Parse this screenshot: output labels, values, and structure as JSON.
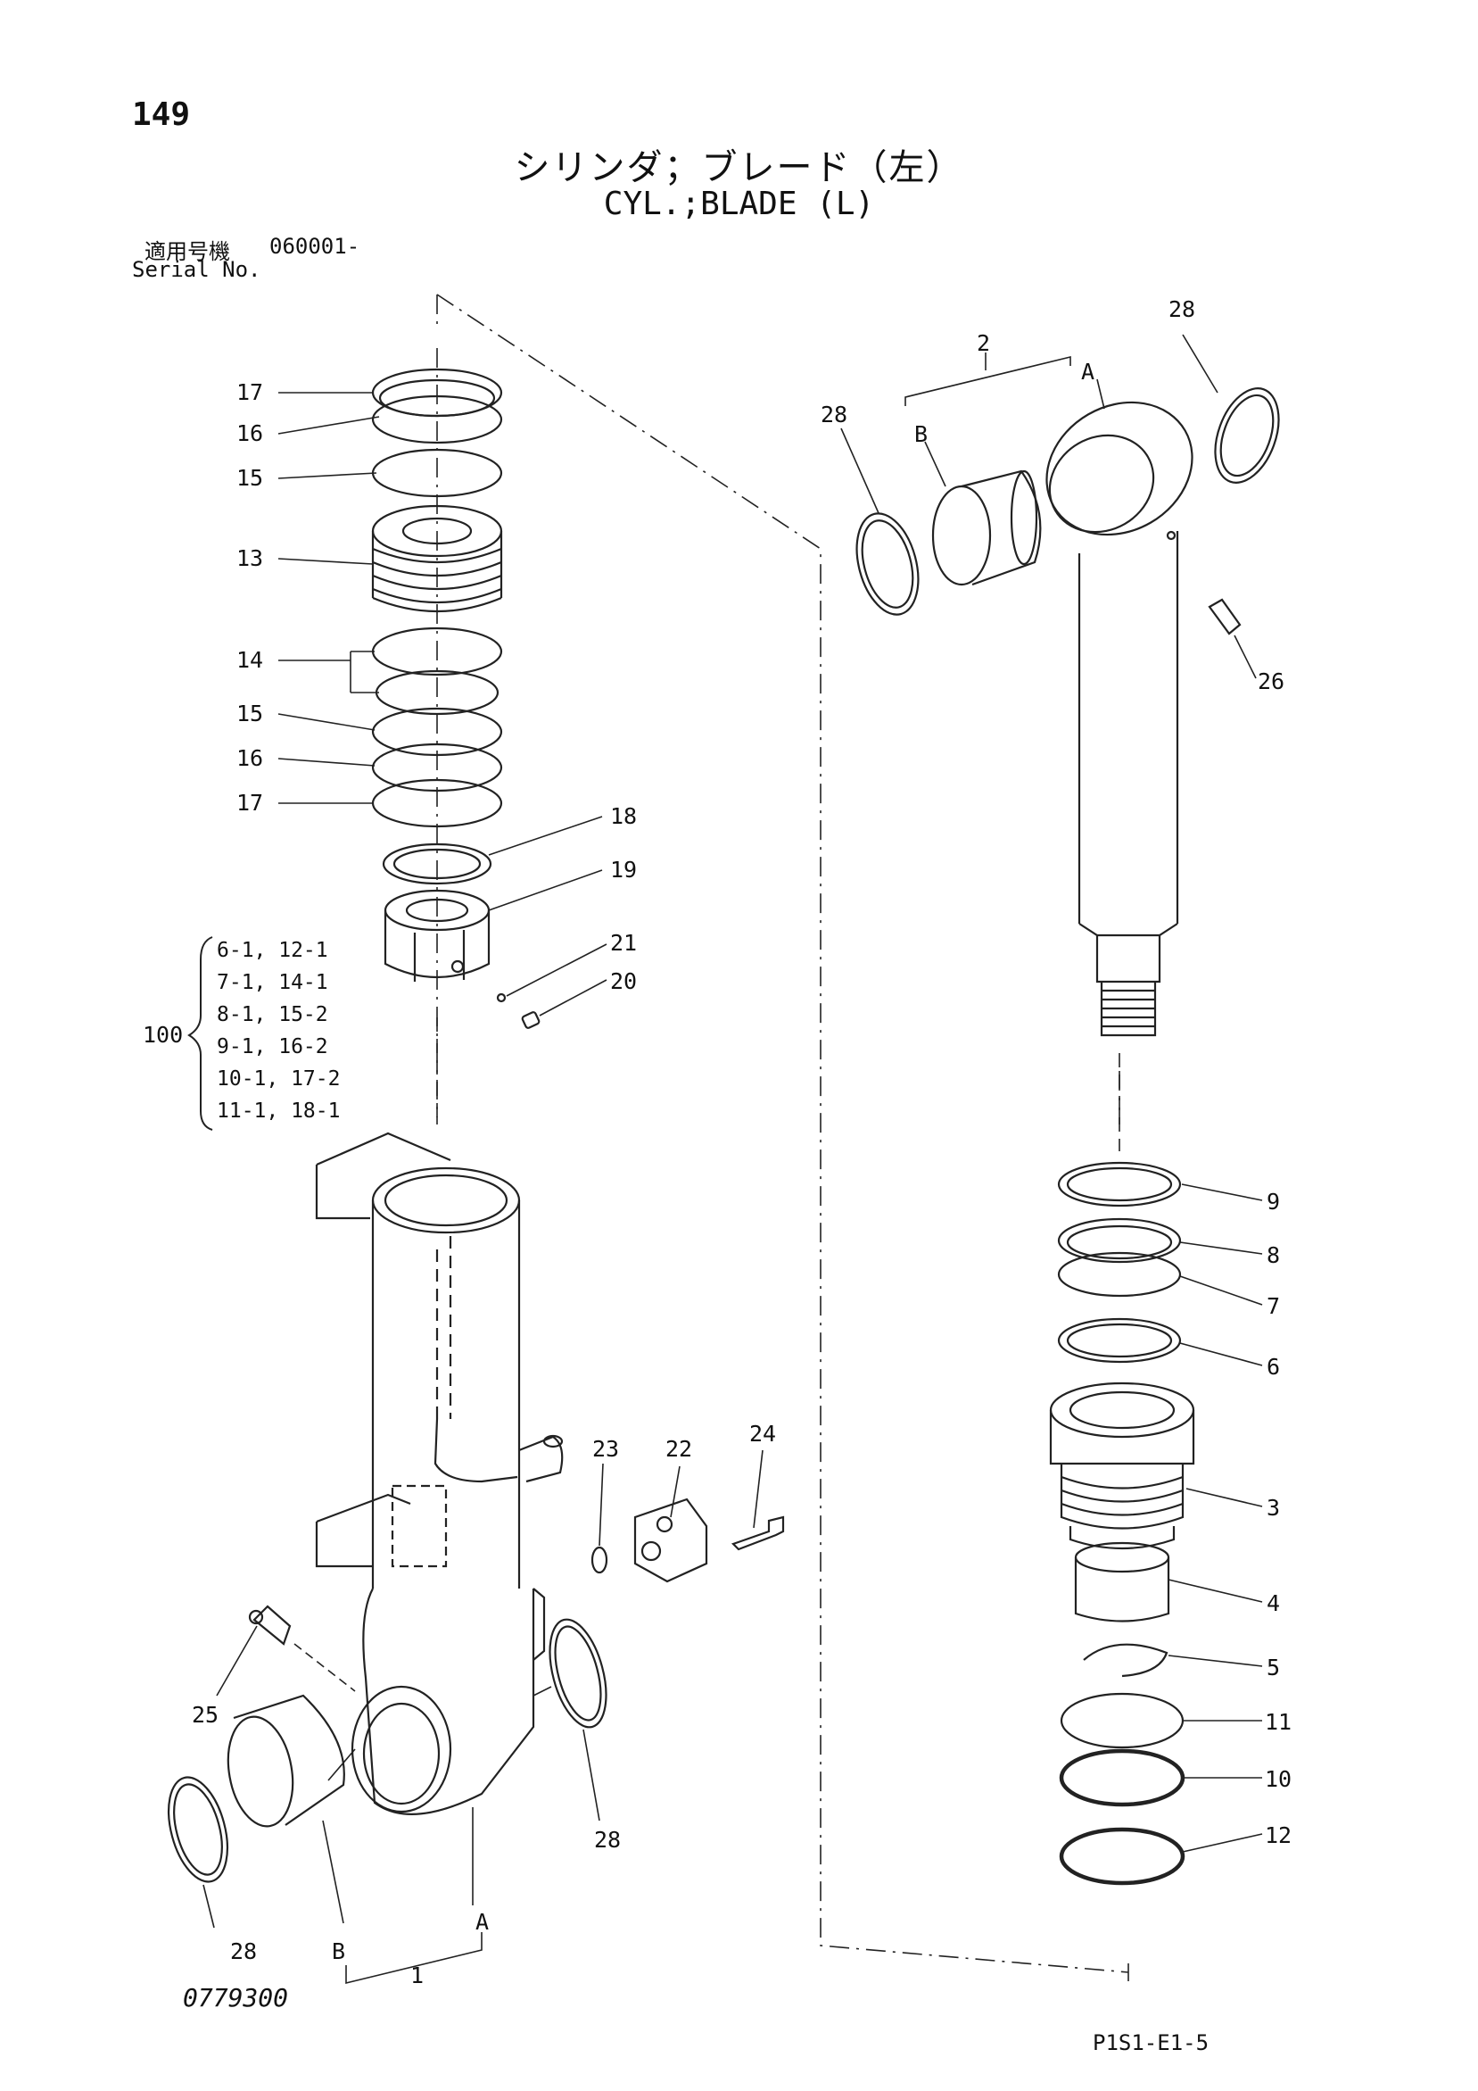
{
  "header": {
    "page_number": "149",
    "title_jp": "シリンダ；ブレード（左）",
    "title_en": "CYL.;BLADE (L)",
    "serial_label_jp": "適用号機",
    "serial_range": "060001-",
    "serial_label_en": "Serial No."
  },
  "footer": {
    "drawing_number": "0779300",
    "page_code": "P1S1-E1-5"
  },
  "callouts": {
    "c1": "1",
    "c2": "2",
    "c3": "3",
    "c4": "4",
    "c5": "5",
    "c6": "6",
    "c7": "7",
    "c8": "8",
    "c9": "9",
    "c10": "10",
    "c11": "11",
    "c12": "12",
    "c13": "13",
    "c14": "14",
    "c15a": "15",
    "c15b": "15",
    "c16a": "16",
    "c16b": "16",
    "c17a": "17",
    "c17b": "17",
    "c18": "18",
    "c19": "19",
    "c20": "20",
    "c21": "21",
    "c22": "22",
    "c23": "23",
    "c24": "24",
    "c25": "25",
    "c26": "26",
    "c28a": "28",
    "c28b": "28",
    "c28c": "28",
    "c28d": "28",
    "markA1": "A",
    "markB1": "B",
    "markA2": "A",
    "markB2": "B"
  },
  "kit": {
    "number": "100",
    "lines": [
      "6-1, 12-1",
      "7-1, 14-1",
      "8-1, 15-2",
      "9-1, 16-2",
      "10-1, 17-2",
      "11-1, 18-1"
    ]
  }
}
